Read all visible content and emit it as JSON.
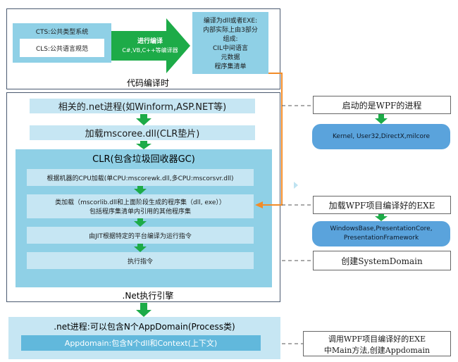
{
  "compile": {
    "cts_label": "CTS:公共类型系统",
    "cls_label": "CLS:公共语言规范",
    "arrow_title": "进行编译",
    "arrow_sub": "C#,VB,C++等编译器",
    "output_lines": [
      "编译为dll或者EXE:",
      "内部实际上由3部分",
      "组成:",
      "CIL中间语言",
      "元数据",
      "程序集清单"
    ],
    "section_label": "代码编译时"
  },
  "engine": {
    "step1": "相关的.net进程(如Winform,ASP.NET等)",
    "step2": "加载mscoree.dll(CLR垫片)",
    "clr_title": "CLR(包含垃圾回收器GC)",
    "clr_step1": "根据机器的CPU加载(单CPU:mscorewk.dll,多CPU:mscorsvr.dll)",
    "clr_step2_line1": "类加载（mscorlib.dll和上面阶段生成的程序集（dll, exe））",
    "clr_step2_line2": "包括程序集清单内引用的其他程序集",
    "clr_step3": "由JIT根据特定的平台编译为运行指令",
    "clr_step4": "执行指令",
    "section_label": ".Net执行引擎"
  },
  "process": {
    "title": ".net进程:可以包含N个AppDomain(Process类)",
    "appdomain": "Appdomain:包含N个dll和Context(上下文)"
  },
  "wpf": {
    "box1": "启动的是WPF的进程",
    "pill1": "Kernel, User32,DirectX,milcore",
    "box2": "加载WPF项目编译好的EXE",
    "pill2_line1": "WindowsBase,PresentationCore,",
    "pill2_line2": "PresentationFramework",
    "box3": "创建SystemDomain",
    "box4_line1": "调用WPF项目编译好的EXE",
    "box4_line2": "中Main方法,创建Appdomain"
  },
  "colors": {
    "green": "#1dab48",
    "orange": "#f28c28",
    "light_blue": "#c6e6f3",
    "mid_blue": "#8fd0e6",
    "dark_blue": "#61b8dc",
    "pill_blue": "#5aa3dc"
  }
}
